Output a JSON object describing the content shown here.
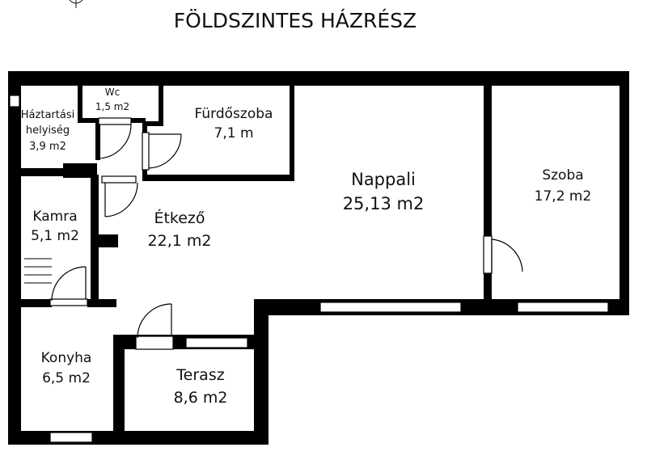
{
  "title": "FÖLDSZINTES HÁZRÉSZ",
  "rooms": {
    "haztartasi": {
      "name_line1": "Háztartási",
      "name_line2": "helyiség",
      "area": "3,9 m2"
    },
    "wc": {
      "name": "Wc",
      "area": "1,5 m2"
    },
    "furdo": {
      "name": "Fürdőszoba",
      "area": "7,1 m"
    },
    "nappali": {
      "name": "Nappali",
      "area": "25,13 m2"
    },
    "szoba": {
      "name": "Szoba",
      "area": "17,2 m2"
    },
    "kamra": {
      "name": "Kamra",
      "area": "5,1 m2"
    },
    "etkezo": {
      "name": "Étkező",
      "area": "22,1 m2"
    },
    "konyha": {
      "name": "Konyha",
      "area": "6,5 m2"
    },
    "terasz": {
      "name": "Terasz",
      "area": "8,6 m2"
    }
  },
  "colors": {
    "wall": "#000000",
    "background": "#ffffff"
  }
}
